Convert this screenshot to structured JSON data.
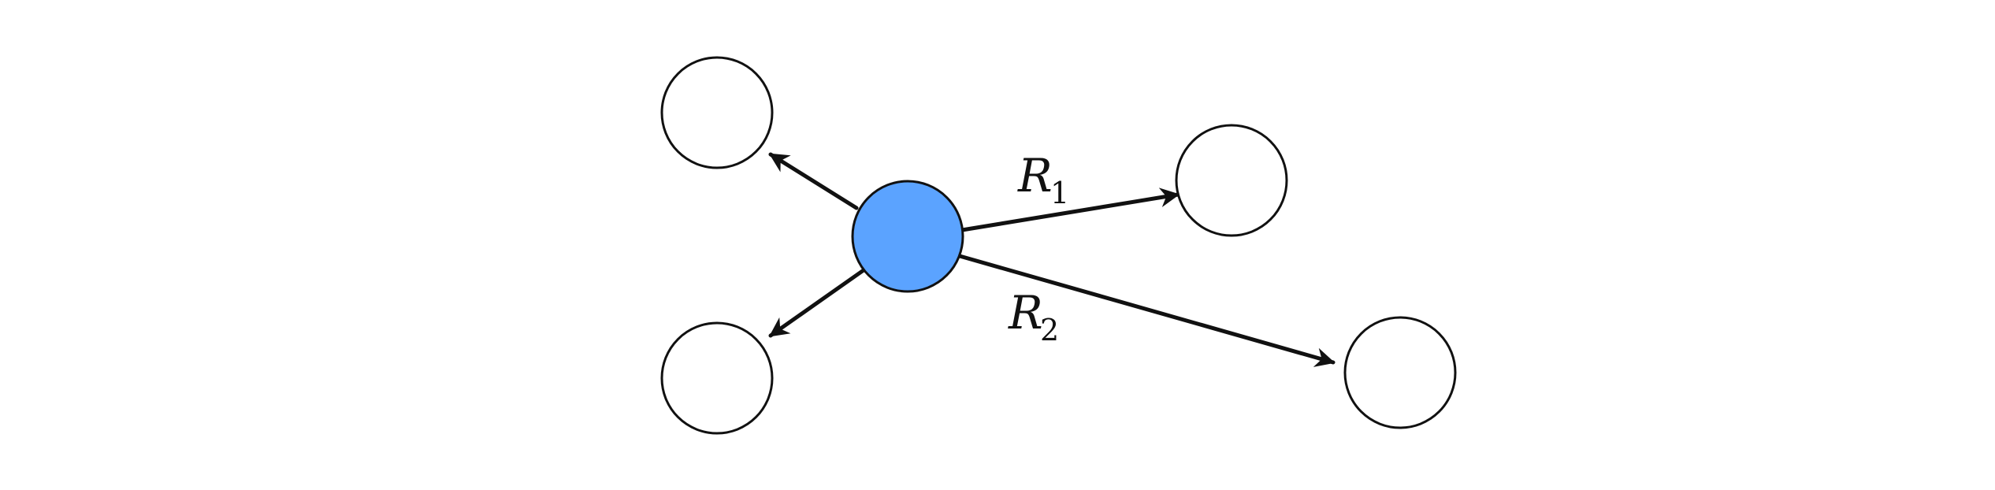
{
  "diagram": {
    "center_node_color": "#5BA3FF",
    "outer_node_color": "#FFFFFF",
    "edge_color": "#111111",
    "labels": {
      "r1_letter": "R",
      "r1_subscript": "1",
      "r2_letter": "R",
      "r2_subscript": "2"
    }
  }
}
